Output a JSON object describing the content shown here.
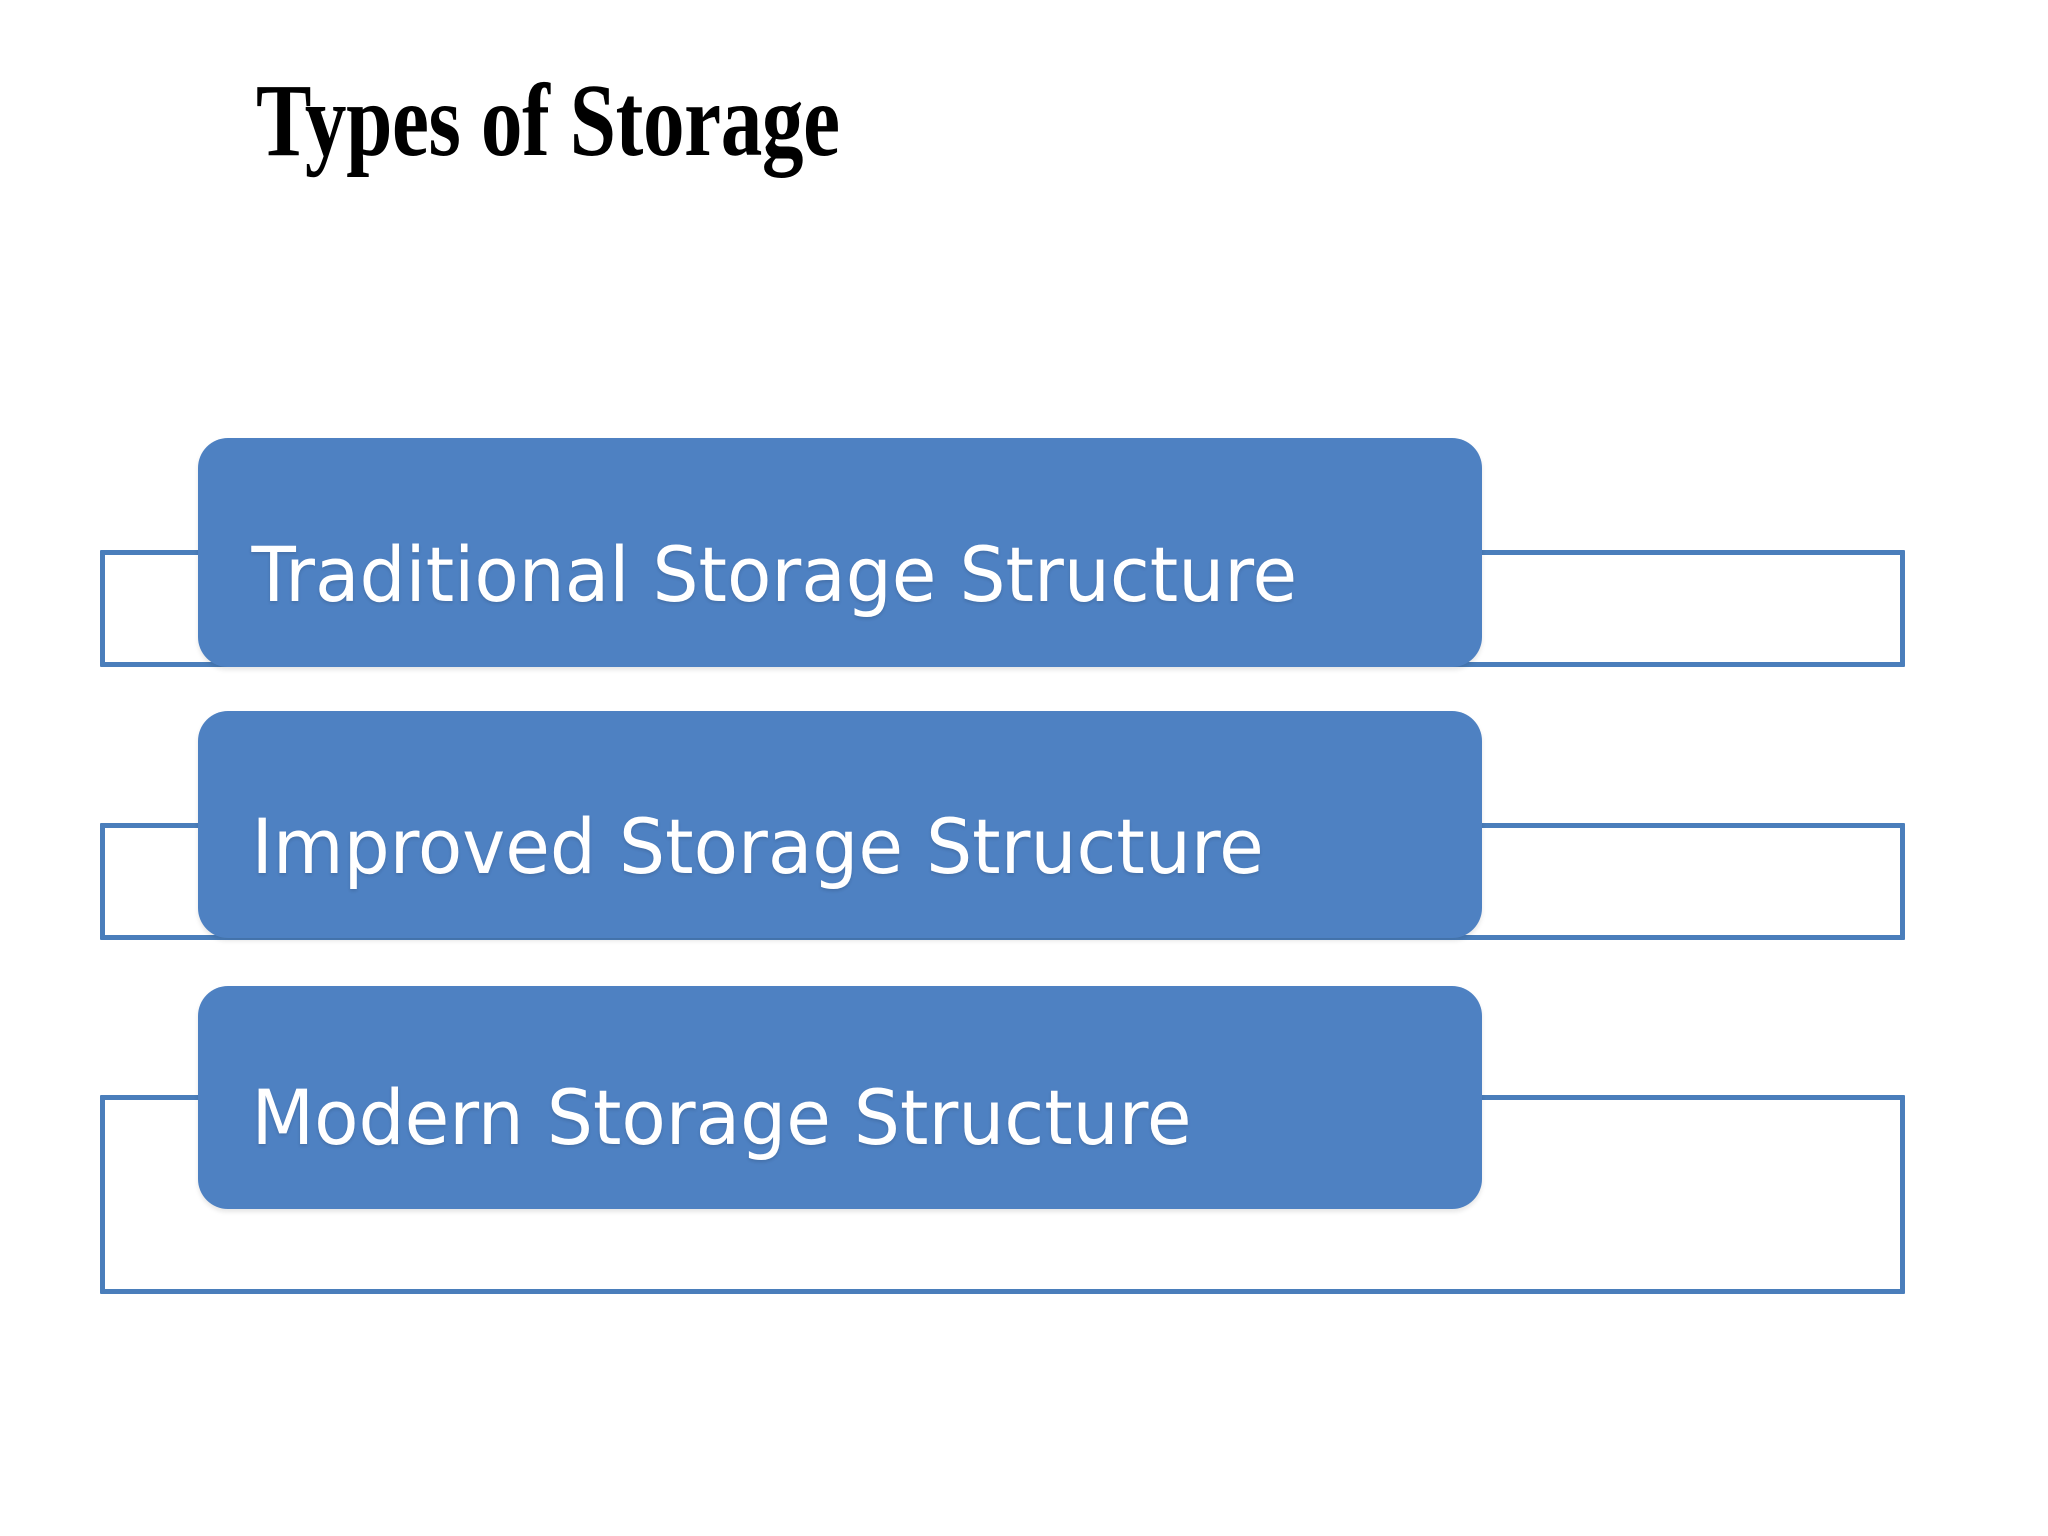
{
  "slide": {
    "title": "Types of Storage",
    "background_color": "#FFFFFF",
    "title_color": "#000000"
  },
  "theme": {
    "pill_fill": "#4E81C2",
    "pill_text_color": "#FFFFFF",
    "outline_stroke": "#4A7EBB",
    "outline_fill": "#FFFFFF"
  },
  "diagram": {
    "type": "vertical-block-list",
    "items": [
      {
        "label": "Traditional Storage Structure",
        "detail": ""
      },
      {
        "label": "Improved Storage Structure",
        "detail": ""
      },
      {
        "label": "Modern Storage Structure",
        "detail": ""
      }
    ]
  }
}
